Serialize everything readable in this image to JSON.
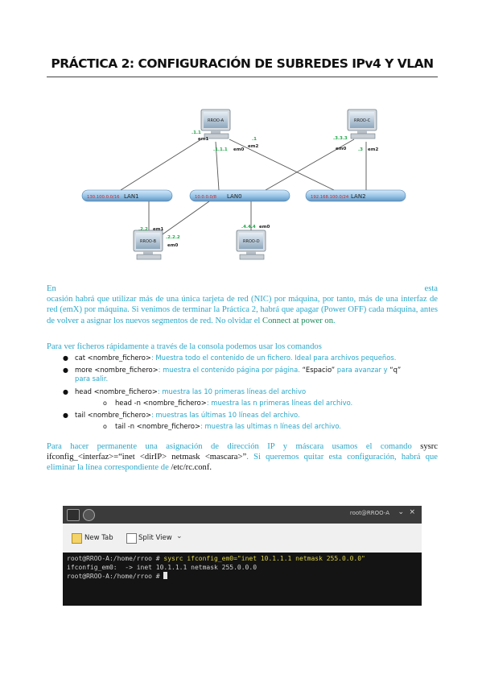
{
  "document": {
    "title": "PRÁCTICA 2: CONFIGURACIÓN DE SUBREDES IPv4 Y VLAN"
  },
  "diagram": {
    "routers": [
      {
        "name": "RROO-A"
      },
      {
        "name": "RROO-C"
      },
      {
        "name": "RROO-B"
      },
      {
        "name": "RROO-D"
      }
    ],
    "lans": [
      {
        "subnet": "130.100.0.0/16",
        "name": "LAN1"
      },
      {
        "subnet": "10.0.0.0/8",
        "name": "LAN0"
      },
      {
        "subnet": "192.168.100.0/24",
        "name": "LAN2"
      }
    ],
    "labels": {
      "a_ip1": ".1.1",
      "a_if1": "em1",
      "a_ip2": ".1",
      "a_if2": "em2",
      "a_ip0": ".1.1.1",
      "a_if0": "em0",
      "c_ip0": ".3.3.3",
      "c_if0": "em0",
      "c_ip2": ".3",
      "c_if2": "em2",
      "b_ip1": ".2.2",
      "b_if1": "em1",
      "b_ip0": ".2.2.2",
      "b_if0": "em0",
      "d_ip0": ".4.4.4",
      "d_if0": "em0"
    }
  },
  "paragraphs": {
    "p1_first": "En",
    "p1_end": "esta",
    "p1_rest": "ocasión habrá que utilizar más de una única tarjeta de red (NIC) por máquina, por tanto, más de una interfaz de red (emX) por máquina. Si venimos de terminar la Práctica 2, habrá que apagar (Power OFF) cada máquina, antes de volver a asignar los nuevos segmentos de red. No olvidar el",
    "p1_connect": "Connect at power on",
    "p1_tail": ".",
    "p2": "Para ver ficheros rápidamente a través de la consola podemos usar los comandos",
    "p3_a": "Para hacer permanente una asignación de dirección IP y máscara usamos el comando",
    "p3_cmd": "sysrc ifconfig_<interfaz>=“inet <dirIP> netmask <mascara>”",
    "p3_b": ". Si queremos quitar esta configuración, habrá que eliminar la línea correspondiente de",
    "p3_file": "/etc/rc.conf",
    "p3_end": "."
  },
  "commands": [
    {
      "cmd": "cat <nombre_fichero>",
      "desc": ": Muestra todo el contenido de un fichero. Ideal para archivos pequeños."
    },
    {
      "cmd": "more <nombre_fichero>",
      "desc": ": muestra el contenido página por página.",
      "key1": "“Espacio”",
      "mid": " para avanzar y ",
      "key2": "“q”",
      "desc2": "para salir."
    },
    {
      "cmd": "head <nombre_fichero>",
      "desc": ": muestra las 10 primeras líneas del archivo"
    },
    {
      "cmd": "head -n <nombre_fichero>",
      "desc": ": muestra las n primeras líneas del archivo."
    },
    {
      "cmd": "tail <nombre_fichero>",
      "desc": ": muestras las últimas 10 líneas del archivo."
    },
    {
      "cmd": "tail -n <nombre_fichero>",
      "desc": ": muestra las ultimas n líneas del archivo."
    }
  ],
  "terminal": {
    "title_right": "root@RROO-A",
    "tab_new": "New Tab",
    "tab_split": "Split View",
    "line1_prompt": "root@RROO-A:/home/rroo # ",
    "line1_cmd": "sysrc ifconfig_em0=\"inet 10.1.1.1 netmask 255.0.0.0\"",
    "line2": "ifconfig_em0:  -> inet 10.1.1.1 netmask 255.0.0.0",
    "line3_prompt": "root@RROO-A:/home/rroo # "
  },
  "colors": {
    "accent": "#2aa7c9",
    "green": "#1b8c5a",
    "lan_bar": "#9cc7e8",
    "subnet_red": "#d8232a",
    "ip_green": "#22a84a"
  }
}
